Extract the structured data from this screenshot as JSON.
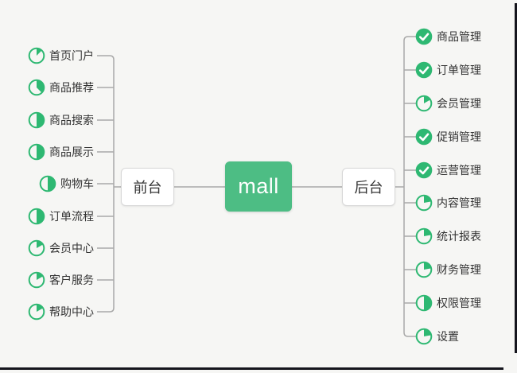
{
  "root": {
    "label": "mall"
  },
  "branches": {
    "left": {
      "node_label": "前台",
      "items": [
        {
          "label": "首页门户",
          "icon": "pie:45"
        },
        {
          "label": "商品推荐",
          "icon": "pie:135"
        },
        {
          "label": "商品搜索",
          "icon": "pie:180"
        },
        {
          "label": "商品展示",
          "icon": "pie:180"
        },
        {
          "label": "购物车",
          "icon": "pie:180"
        },
        {
          "label": "订单流程",
          "icon": "pie:180"
        },
        {
          "label": "会员中心",
          "icon": "pie:60"
        },
        {
          "label": "客户服务",
          "icon": "pie:60"
        },
        {
          "label": "帮助中心",
          "icon": "pie:60"
        }
      ]
    },
    "right": {
      "node_label": "后台",
      "items": [
        {
          "label": "商品管理",
          "icon": "check"
        },
        {
          "label": "订单管理",
          "icon": "check"
        },
        {
          "label": "会员管理",
          "icon": "pie:60"
        },
        {
          "label": "促销管理",
          "icon": "check"
        },
        {
          "label": "运营管理",
          "icon": "check"
        },
        {
          "label": "内容管理",
          "icon": "pie:80"
        },
        {
          "label": "统计报表",
          "icon": "pie:80"
        },
        {
          "label": "财务管理",
          "icon": "pie:80"
        },
        {
          "label": "权限管理",
          "icon": "pie:180"
        },
        {
          "label": "设置",
          "icon": "pie:80"
        }
      ]
    }
  },
  "colors": {
    "root_bg": "#4dbd84",
    "icon_green": "#2eb872",
    "connector": "#a9a9a9",
    "label": "#333333",
    "edge_line": "#15151d",
    "background": "#f6f6f4"
  }
}
